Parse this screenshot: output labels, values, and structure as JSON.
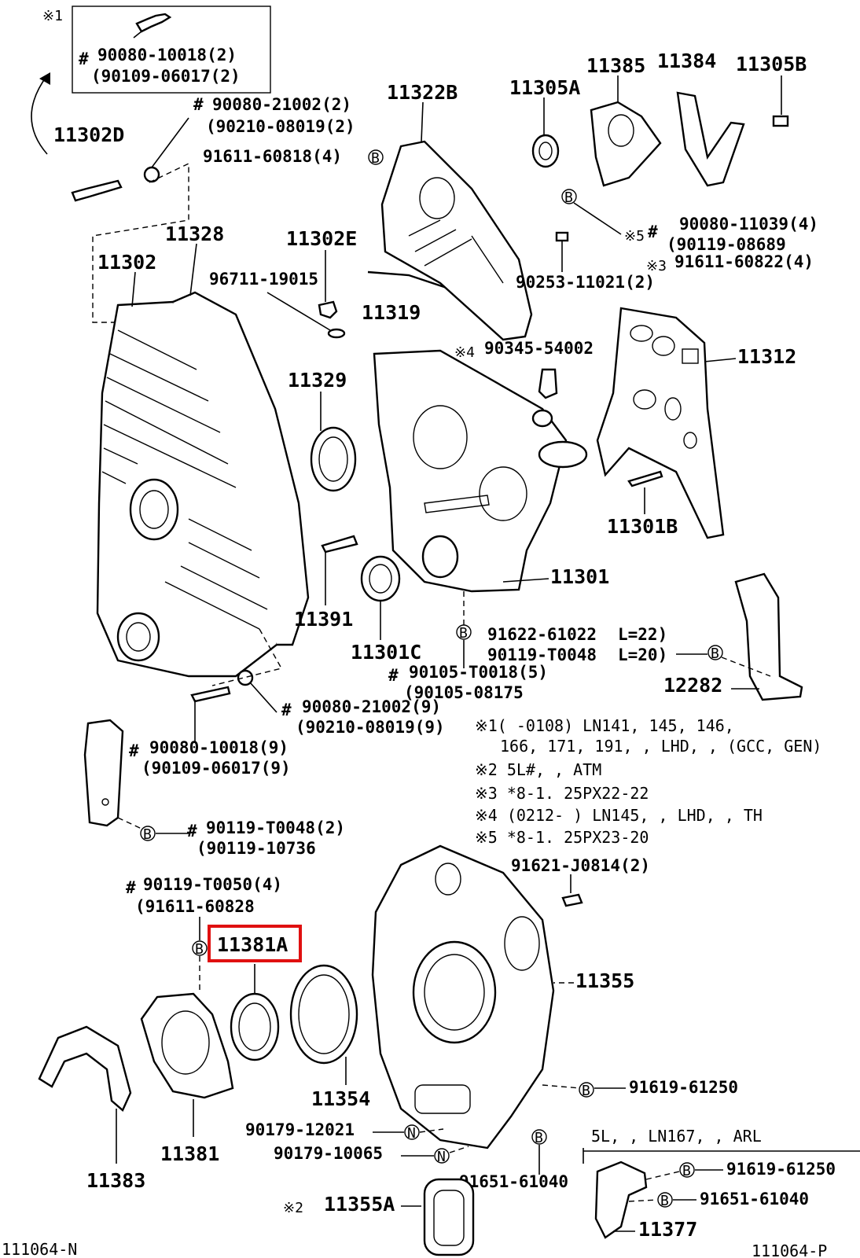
{
  "labels": {
    "l_11302D": "11302D",
    "l_11328": "11328",
    "l_11302": "11302",
    "l_11302E": "11302E",
    "l_96711": "96711-19015",
    "l_11319": "11319",
    "l_11322B": "11322B",
    "l_11305A": "11305A",
    "l_11385": "11385",
    "l_11384": "11384",
    "l_11305B": "11305B",
    "l_11329": "11329",
    "l_90345": "90345-54002",
    "l_11312": "11312",
    "l_11301B": "11301B",
    "l_11301": "11301",
    "l_11391": "11391",
    "l_11301C": "11301C",
    "l_12282": "12282",
    "l_11381A": "11381A",
    "l_11355": "11355",
    "l_11354": "11354",
    "l_11381": "11381",
    "l_11383": "11383",
    "l_11355A": "11355A",
    "l_11377": "11377",
    "l_id_left": "111064-N",
    "l_id_right": "111064-P"
  },
  "parts": {
    "p_90080_10018_2": "90080-10018(2)",
    "p_90109_06017_2": "(90109-06017(2)",
    "p_90080_21002_2": "90080-21002(2)",
    "p_90210_08019_2": "(90210-08019(2)",
    "p_91611_60818": "91611-60818(4)",
    "p_90080_11039": "90080-11039(4)",
    "p_90119_08689": "(90119-08689",
    "p_91611_60822": "91611-60822(4)",
    "p_90253": "90253-11021(2)",
    "p_91622": "91622-61022",
    "p_L22": "L=22)",
    "p_90119_T0048_a": "90119-T0048",
    "p_L20": "L=20)",
    "p_90105_T0018": "90105-T0018(5)",
    "p_90105_08175": "(90105-08175",
    "p_90080_21002_9": "90080-21002(9)",
    "p_90210_08019_9": "(90210-08019(9)",
    "p_90080_10018_9": "90080-10018(9)",
    "p_90109_06017_9": "(90109-06017(9)",
    "p_90119_T0048_2": "90119-T0048(2)",
    "p_90119_10736": "(90119-10736",
    "p_91621": "91621-J0814(2)",
    "p_90119_T0050": "90119-T0050(4)",
    "p_91611_60828": "(91611-60828",
    "p_91619_61250_a": "91619-61250",
    "p_90179_12021": "90179-12021",
    "p_90179_10065": "90179-10065",
    "p_91651_61040_a": "91651-61040",
    "p_91619_61250_b": "91619-61250",
    "p_91651_61040_b": "91651-61040"
  },
  "marks": {
    "hash": "#",
    "ref1": "※1",
    "ref2": "※2",
    "ref3": "※3",
    "ref4": "※4",
    "ref5": "※5",
    "ref5_prefix": "※5 #",
    "ref3_prefix": "※3",
    "ref4_prefix": "※4",
    "ref2_prefix": "※2",
    "circle_b": "B",
    "circle_n": "N"
  },
  "notes": {
    "n1a": "※1(    -0108) LN141, 145, 146,",
    "n1b": "166, 171, 191, , LHD, , (GCC, GEN)",
    "n2": "※2 5L#, , ATM",
    "n3": "※3 *8-1. 25PX22-22",
    "n4": "※4 (0212-      ) LN145, , LHD, , TH",
    "n5": "※5 *8-1. 25PX23-20",
    "sub": "5L, , LN167, , ARL"
  },
  "colors": {
    "highlight": "#e01010",
    "line": "#000000",
    "background": "#ffffff"
  }
}
